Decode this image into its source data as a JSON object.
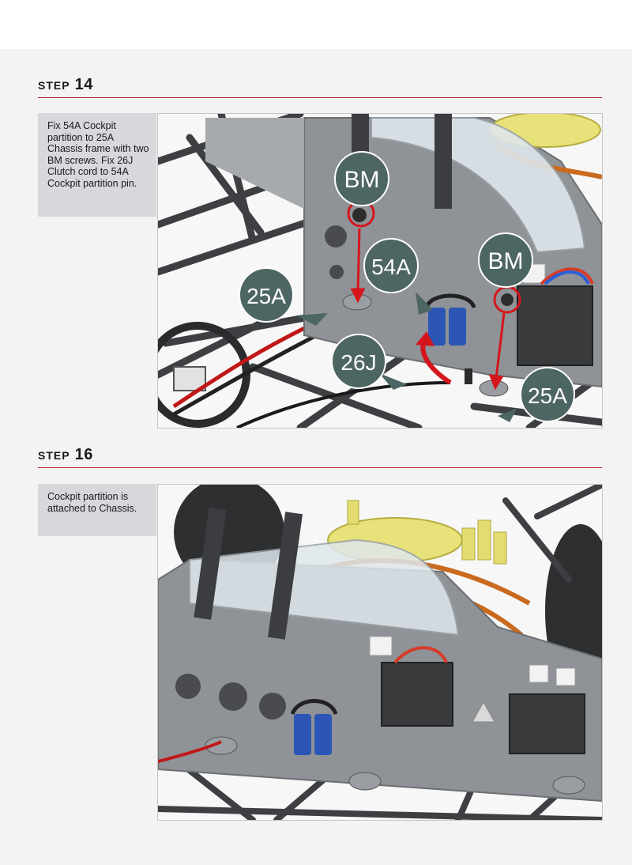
{
  "steps": [
    {
      "label": "STEP",
      "number": "14",
      "instruction": "Fix 54A Cockpit partition to 25A Chassis frame with two BM screws. Fix 26J Clutch cord to 54A Cockpit partition pin.",
      "callouts": [
        "BM",
        "BM",
        "54A",
        "25A",
        "25A",
        "26J"
      ]
    },
    {
      "label": "STEP",
      "number": "16",
      "instruction": "Cockpit partition is attached to Chassis."
    }
  ],
  "colors": {
    "accent_rule": "#b22a2a",
    "callout_fill": "#4e6663",
    "arrow_red": "#d4161c",
    "partition_gray": "#8f9296"
  }
}
